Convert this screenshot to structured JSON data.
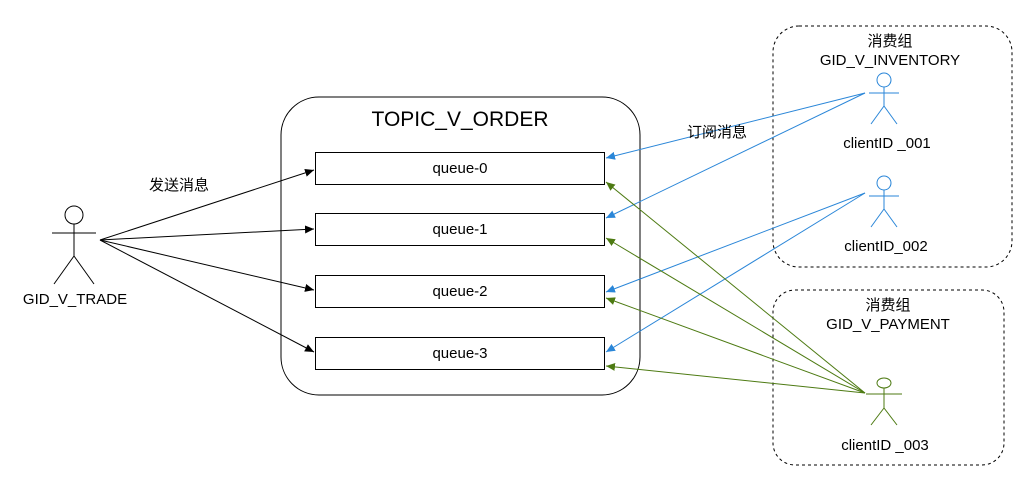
{
  "producer": {
    "label": "GID_V_TRADE",
    "send_label": "发送消息"
  },
  "topic": {
    "title": "TOPIC_V_ORDER"
  },
  "queues": [
    "queue-0",
    "queue-1",
    "queue-2",
    "queue-3"
  ],
  "subscribe_label": "订阅消息",
  "groups": [
    {
      "title": "消费组",
      "name": "GID_V_INVENTORY",
      "clients": [
        "clientID _001",
        "clientID_002"
      ]
    },
    {
      "title": "消费组",
      "name": "GID_V_PAYMENT",
      "clients": [
        "clientID _003"
      ]
    }
  ],
  "colors": {
    "producer_arrow": "#000000",
    "inventory_arrow": "#2a86d8",
    "payment_arrow": "#4d7a12"
  }
}
